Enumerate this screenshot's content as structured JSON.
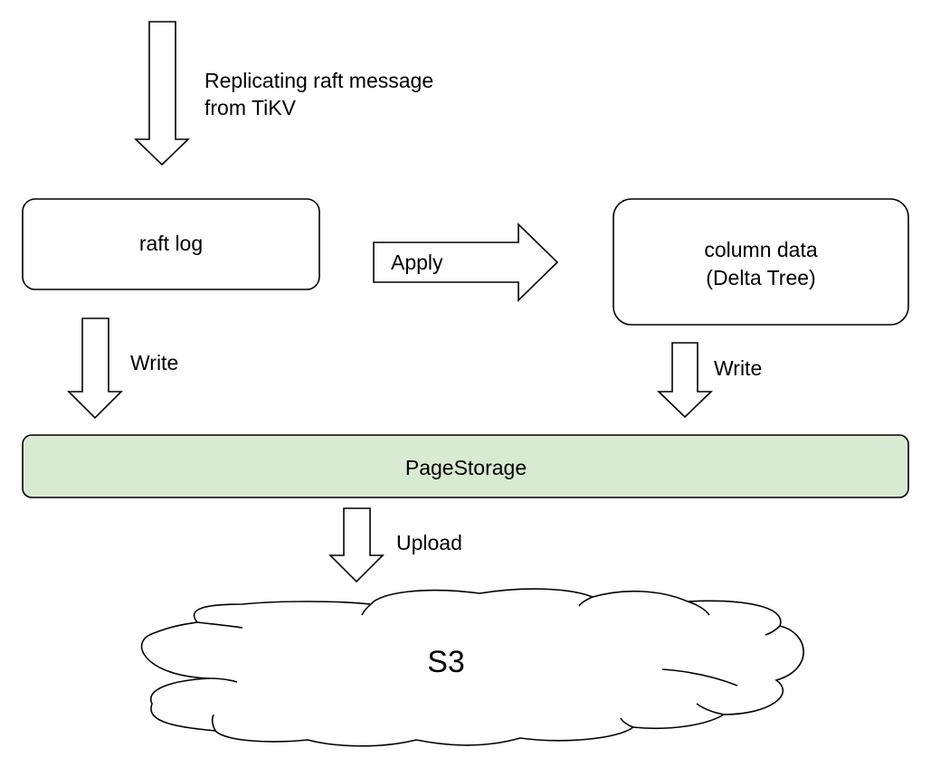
{
  "incoming": {
    "label_line1": "Replicating raft message",
    "label_line2": "from TiKV"
  },
  "raft_log": {
    "label": "raft log"
  },
  "apply": {
    "label": "Apply"
  },
  "column_data": {
    "label_line1": "column data",
    "label_line2": "(Delta Tree)"
  },
  "write_left": {
    "label": "Write"
  },
  "write_right": {
    "label": "Write"
  },
  "page_storage": {
    "label": "PageStorage",
    "fill": "#d9ead3"
  },
  "upload": {
    "label": "Upload"
  },
  "s3": {
    "label": "S3"
  }
}
